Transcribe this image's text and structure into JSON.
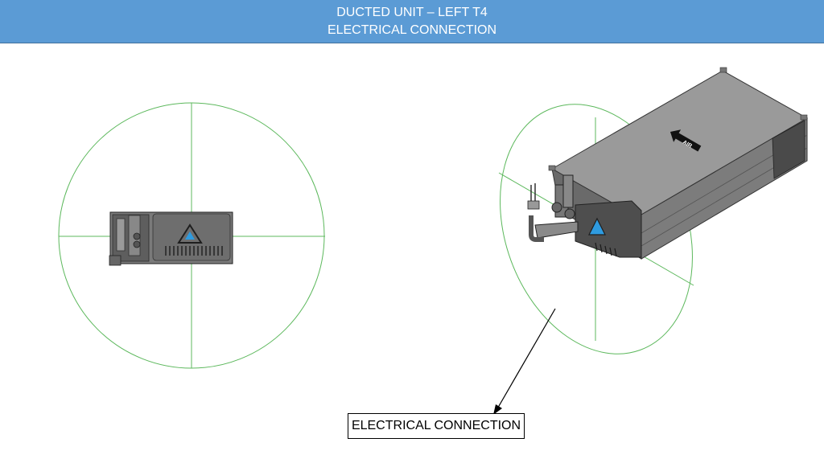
{
  "header": {
    "title_line1": "DUCTED UNIT – LEFT T4",
    "title_line2": "ELECTRICAL CONNECTION",
    "background_color": "#5b9bd5"
  },
  "unit": {
    "airflow_label": "AIR"
  },
  "callout": {
    "label": "ELECTRICAL CONNECTION"
  },
  "colors": {
    "circle_stroke": "#5cb85c",
    "unit_body": "#8a8a8a",
    "warning_triangle": "#2e9be0"
  }
}
